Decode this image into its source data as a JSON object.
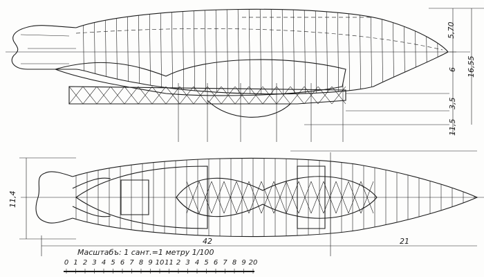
{
  "drawing": {
    "side_view_dimensions": [
      "5,70",
      "6",
      "3,5",
      "11,5"
    ],
    "side_view_total_height": "16,55",
    "plan_view_width": "11,4",
    "plan_view_length_main": "42",
    "plan_view_length_nose": "21",
    "scale_title": "Масштабъ: 1 сант.=1 метру 1/100",
    "scale_ticks": [
      "0",
      "1",
      "2",
      "3",
      "4",
      "5",
      "6",
      "7",
      "8",
      "9",
      "10",
      "11",
      "2",
      "3",
      "4",
      "5",
      "6",
      "7",
      "8",
      "9",
      "20"
    ]
  }
}
